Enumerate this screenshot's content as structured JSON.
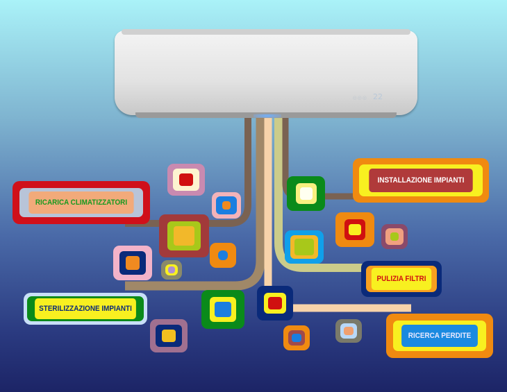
{
  "ac_unit": {
    "temperature_display": "22",
    "mode_icons": "◎◎◎"
  },
  "services": {
    "ricarica": "RICARICA CLIMATIZZATORI",
    "installazione": "INSTALLAZIONE IMPIANTI",
    "pulizia": "PULIZIA FILTRI",
    "sterilizzazione": "STERILIZZAZIONE IMPIANTI",
    "ricerca": "RICERCA PERDITE"
  }
}
